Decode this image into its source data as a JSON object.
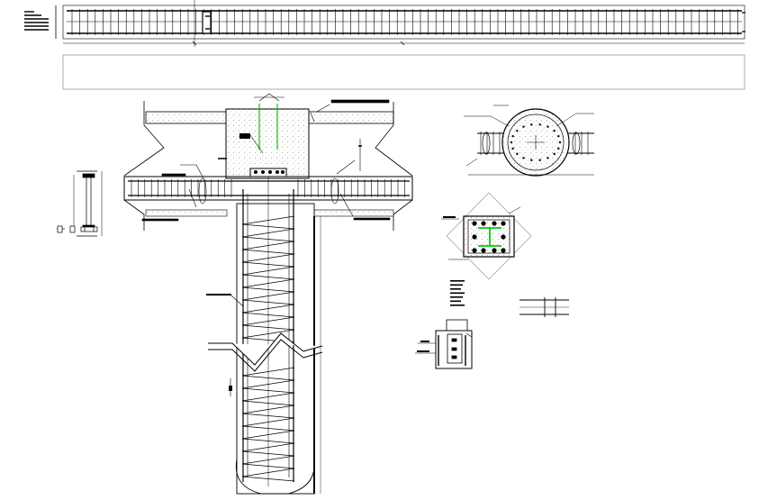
{
  "drawing": {
    "background": "#ffffff",
    "line_color": "#000000",
    "accent_color": "#00cc00",
    "hatch_color": "#9a9a9a"
  },
  "views": [
    {
      "name": "longitudinal-beam-elevation"
    },
    {
      "name": "general-notes-box"
    },
    {
      "name": "pile-cap-beam-section"
    },
    {
      "name": "circular-column-plan"
    },
    {
      "name": "steel-column-section"
    },
    {
      "name": "stirrup-detail"
    },
    {
      "name": "rebar-legend"
    },
    {
      "name": "base-plate-detail"
    }
  ]
}
